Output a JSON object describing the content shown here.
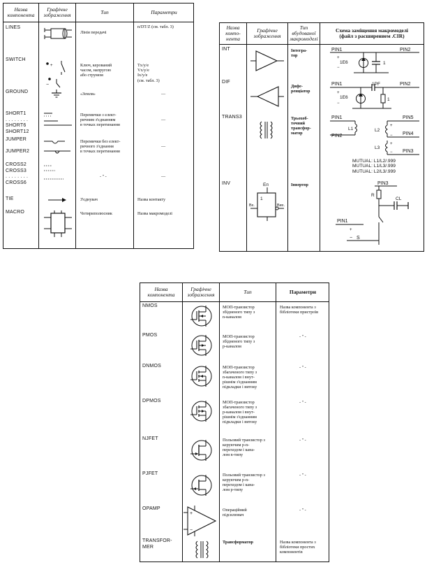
{
  "table1": {
    "headers": {
      "name": "Назва\nкомпонента",
      "graphic": "Графічне\nзображення",
      "type": "Тип",
      "params": "Параметри"
    },
    "rows": [
      {
        "name": "LINES",
        "type": "Лінія передачі",
        "params": "n/DT/Z (см. табл. 3)"
      },
      {
        "name": "SWITCH",
        "type": "Ключ, керований\nчасом, напругою\nабо струмом",
        "params": "Tx/y/e\nVx/y/e\nIx/y/e\n(см. табл. 3)"
      },
      {
        "name": "GROUND",
        "type": "«Земля»",
        "params": "—"
      },
      {
        "name": "SHORT1\n. . . . . . . .\nSHORT6\nSHORT12",
        "type": "Перемички з елект-\nричним з'єднанням\nв точках перетинання",
        "params": "—"
      },
      {
        "name": "JUMPER\n\nJUMPER2",
        "type": "Перемички без елект-\nричного з'єднання\nв точках перетинання",
        "params": "—"
      },
      {
        "name": "CROSS2\nCROSS3\n. . . . . . . .\nCROSS6",
        "type": "- \" -",
        "params": "—"
      },
      {
        "name": "TIE",
        "type": "З'єднувач",
        "params": "Назва контакту"
      },
      {
        "name": "MACRO",
        "type": "Чотириполюсник",
        "params": "Назва макромоделі"
      }
    ]
  },
  "table2": {
    "headers": {
      "name": "Назва\nкомпо-\nнента",
      "graphic": "Графічне\nзображення",
      "type": "Тип\nвбудованої\nмакромоделі",
      "scheme": "Схема заміщення макромоделі\n(файл з расширением .CIR)"
    },
    "rows": [
      {
        "name": "INT",
        "type": "Інтегра-\nтор",
        "labels": {
          "pin1": "PIN1",
          "pin2": "PIN2",
          "src": "1E6",
          "cap": "1"
        }
      },
      {
        "name": "DIF",
        "type": "Дифе-\nренціатор",
        "labels": {
          "pin1": "PIN1",
          "pin2": "PIN2",
          "src": "1E6",
          "cap": "1PF",
          "res": "1"
        }
      },
      {
        "name": "TRANS3",
        "type": "Трьохоб-\nточний\nтрансфор-\nматор",
        "labels": {
          "pin1": "PIN1",
          "pin2": "PIN2",
          "pin3": "PIN3",
          "pin4": "PIN4",
          "pin5": "PIN5",
          "l1": "L1",
          "l2": "L2",
          "l3": "L3",
          "mutual": "MUTUAL: L1/L2/.999\nMUTUAL: L1/L3/.999\nMUTUAL: L2/L3/.999"
        }
      },
      {
        "name": "INV",
        "type": "Інвертор",
        "labels": {
          "ep": "Еп",
          "one": "1",
          "vx": "Вх.",
          "vyx": "Вих.",
          "pin1": "PIN1",
          "pin3": "PIN3",
          "r": "R",
          "cl": "CL",
          "s": "S"
        }
      }
    ]
  },
  "table3": {
    "headers": {
      "name": "Назва\nкомпонента",
      "graphic": "Графічне\nзображення",
      "type": "Тип",
      "params": "Параметри"
    },
    "rows": [
      {
        "name": "NMOS",
        "type": "МОП-транзистор\nзбідненого типу з\nn-каналом",
        "params": "Назва компонента з\nбібліотеки пристроїв"
      },
      {
        "name": "PMOS",
        "type": "МОП-транзистор\nзбідненого типу з\np-каналом",
        "params": "- \" -"
      },
      {
        "name": "DNMOS",
        "type": "МОП-транзистор\nзбагаченого типу з\nn-каналом і внут-\nрішнім з'єднанням\nпідкладки і витоку",
        "params": "- \" -"
      },
      {
        "name": "DPMOS",
        "type": "МОП-транзистор\nзбагаченого типу з\np-каналом і внут-\nрішнім з'єднанням\nпідкладки і витоку",
        "params": "- \" -"
      },
      {
        "name": "NJFET",
        "type": "Польовий транзистор з\nкеруючим      p-n-\nпереходом і кана-\nлом n-типу",
        "params": "- \" -"
      },
      {
        "name": "PJFET",
        "type": "Польовий транзистор з\nкеруючим      p-n-\nпереходом і кана-\nлом p-типу",
        "params": "- \" -"
      },
      {
        "name": "OPAMP",
        "type": "Операційний\nпідсилювач",
        "params": "- \" -"
      },
      {
        "name": "TRANSFOR-\nMER",
        "type": "Трансформатор",
        "params": "Назва компонента з\nбібліотеки простих\nкомпонентів"
      }
    ]
  }
}
